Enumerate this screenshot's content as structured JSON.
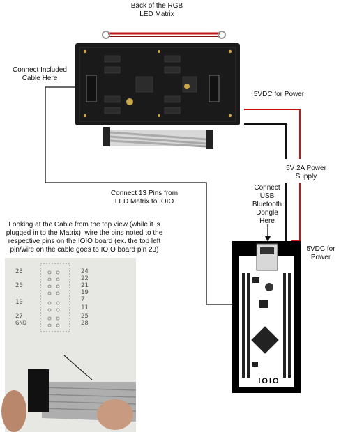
{
  "labels": {
    "matrix_title": "Back of the RGB\nLED Matrix",
    "connect_cable": "Connect Included\nCable Here",
    "power_top": "5VDC for Power",
    "power_supply": "5V 2A Power\nSupply",
    "connect_13": "Connect 13 Pins from\nLED Matrix to IOIO",
    "bt_dongle": "Connect\nUSB\nBluetooth\nDongle\nHere",
    "power_right": "5VDC for\nPower",
    "instructions": "Looking at the Cable from the top view (while it is plugged in to the Matrix), wire the pins noted to the respective pins on the IOIO board (ex. the top left pin/wire on the cable goes to IOIO board pin 23)"
  },
  "pin_map": {
    "left": [
      "23",
      "",
      "20",
      "",
      "10",
      "",
      "27",
      "GND"
    ],
    "right": [
      "24",
      "22",
      "21",
      "19",
      "7",
      "11",
      "25",
      "28"
    ]
  },
  "board_logo": "IOIO",
  "colors": {
    "wire_black": "#111111",
    "wire_red": "#d01010",
    "matrix_body": "#1a1a1a",
    "board_outline": "#000000"
  }
}
